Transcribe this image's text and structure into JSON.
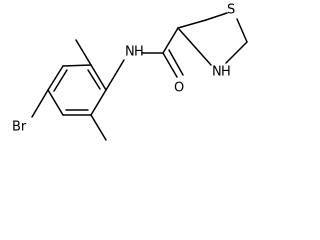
{
  "molecule": {
    "atoms": {
      "br": "Br",
      "nh_amide": "N",
      "h_amide": "H",
      "o": "O",
      "s": "S",
      "nh_ring": "N",
      "h_ring": "H"
    },
    "colors": {
      "bond": "#000000",
      "text": "#000000",
      "background": "#ffffff"
    }
  }
}
